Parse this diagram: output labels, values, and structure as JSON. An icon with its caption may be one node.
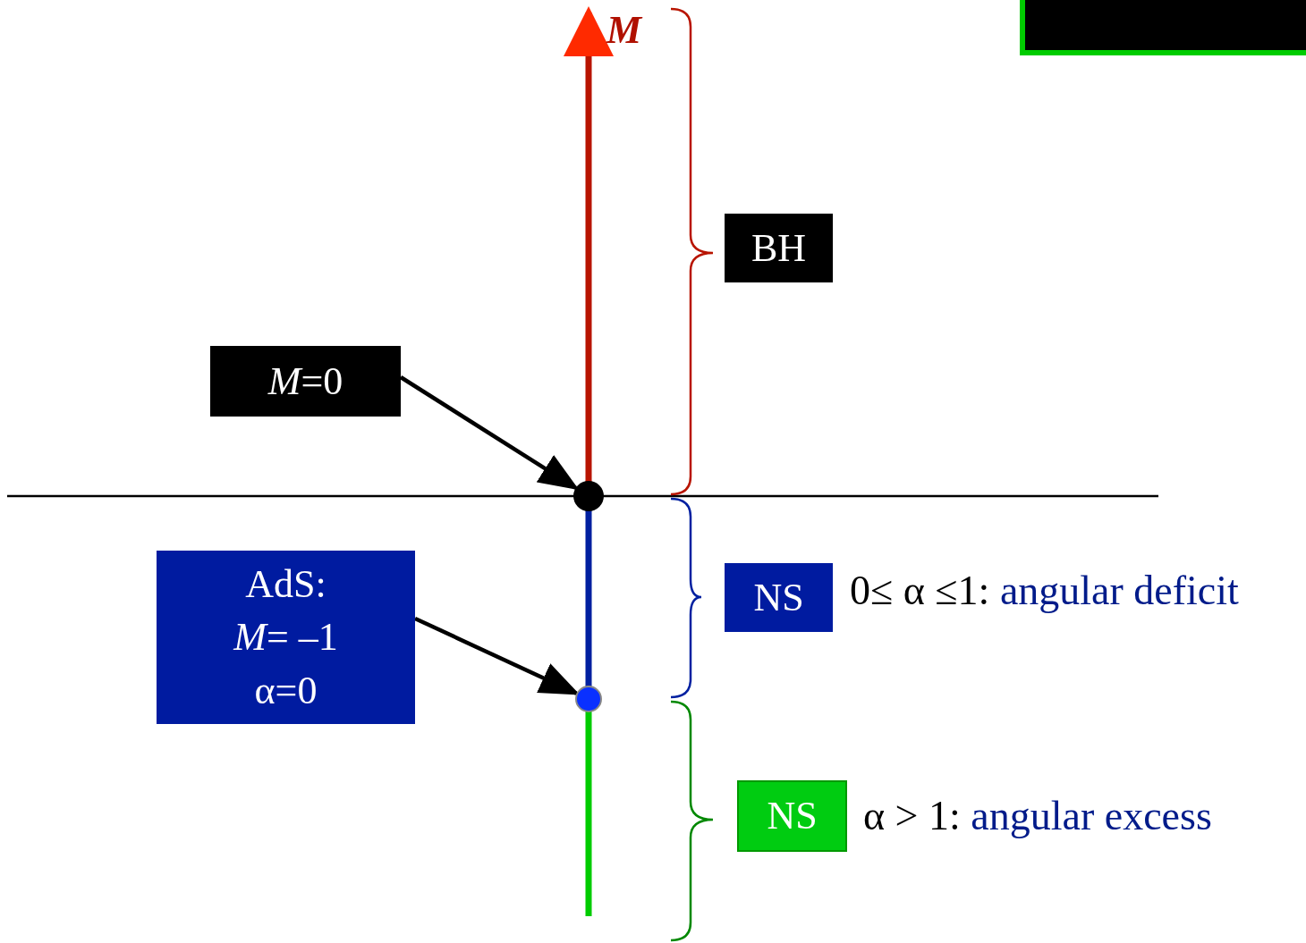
{
  "diagram": {
    "nodes": [
      {
        "text": [
          "*M*=0"
        ]
      },
      {
        "text": [],
        "shape": "circle"
      },
      {
        "text": [
          "AdS: *M*= –1 α=0"
        ]
      },
      {
        "text": [],
        "shape": "circle"
      },
      {
        "text": [
          "BH"
        ]
      },
      {
        "text": [
          "NS"
        ],
        "beside": [
          "0≤ α ≤1:",
          "angular deficit"
        ]
      },
      {
        "text": [
          "NS"
        ],
        "beside": [
          "α > 1:",
          "angular excess"
        ]
      },
      {
        "text": [],
        "shape": "box"
      }
    ],
    "edges": [
      {
        "from": 0,
        "to": 1,
        "arrow": "to"
      },
      {
        "from": 2,
        "to": 3,
        "arrow": "to"
      }
    ],
    "labels": [
      "M"
    ]
  }
}
